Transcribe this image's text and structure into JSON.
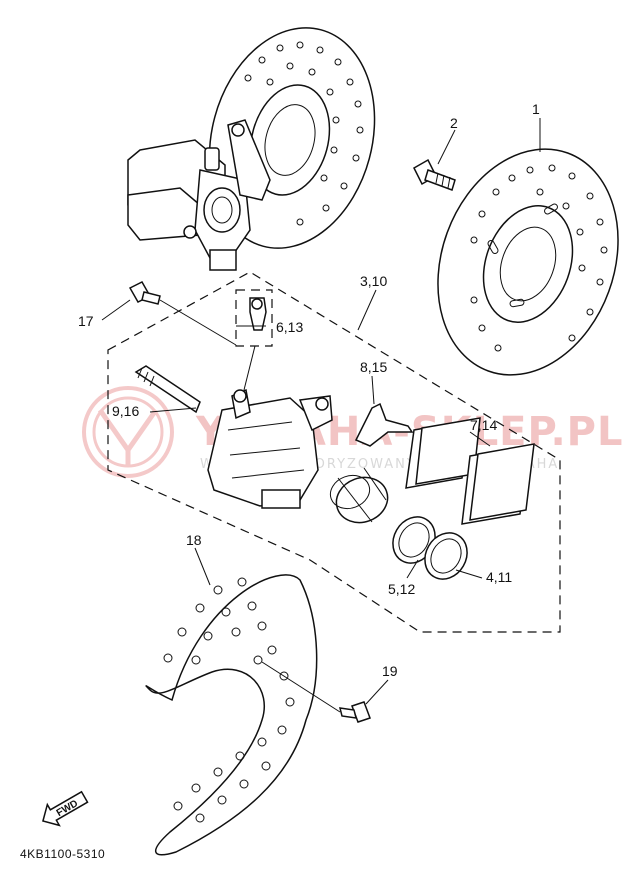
{
  "watermark": {
    "brand": "YAMAHA-SKLEP.PL",
    "tagline": "WIODĄCY AUTORYZOWANY DEALER YAMAHA"
  },
  "callouts": [
    {
      "id": "1",
      "label": "1"
    },
    {
      "id": "2",
      "label": "2"
    },
    {
      "id": "3",
      "label": "3,10"
    },
    {
      "id": "4",
      "label": "4,11"
    },
    {
      "id": "5",
      "label": "5,12"
    },
    {
      "id": "6",
      "label": "6,13"
    },
    {
      "id": "7",
      "label": "7,14"
    },
    {
      "id": "8",
      "label": "8,15"
    },
    {
      "id": "9",
      "label": "9,16"
    },
    {
      "id": "17",
      "label": "17"
    },
    {
      "id": "18",
      "label": "18"
    },
    {
      "id": "19",
      "label": "19"
    }
  ],
  "direction_label": "FWD",
  "drawing_code": "4KB1100-5310"
}
